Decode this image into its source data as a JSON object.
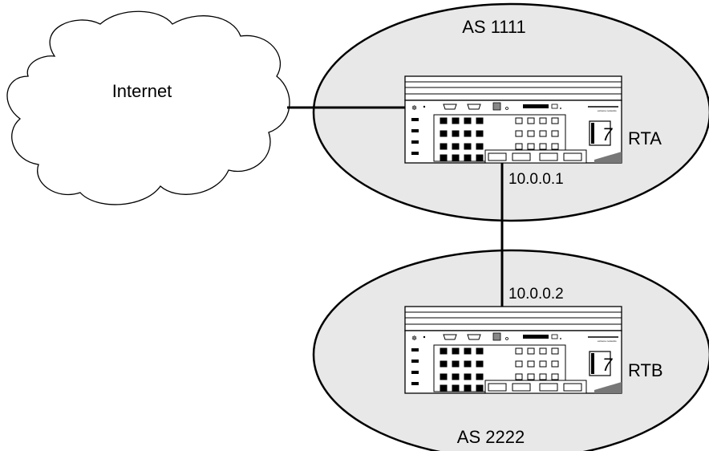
{
  "internet": {
    "label": "Internet"
  },
  "autonomous_systems": [
    {
      "label": "AS 1111"
    },
    {
      "label": "AS 2222"
    }
  ],
  "routers": [
    {
      "name": "RTA",
      "ip": "10.0.0.1",
      "panel_badge": "7"
    },
    {
      "name": "RTB",
      "ip": "10.0.0.2",
      "panel_badge": "7"
    }
  ],
  "colors": {
    "as_fill": "#e8e8e8",
    "stroke": "#000000",
    "cloud_fill": "#ffffff"
  }
}
